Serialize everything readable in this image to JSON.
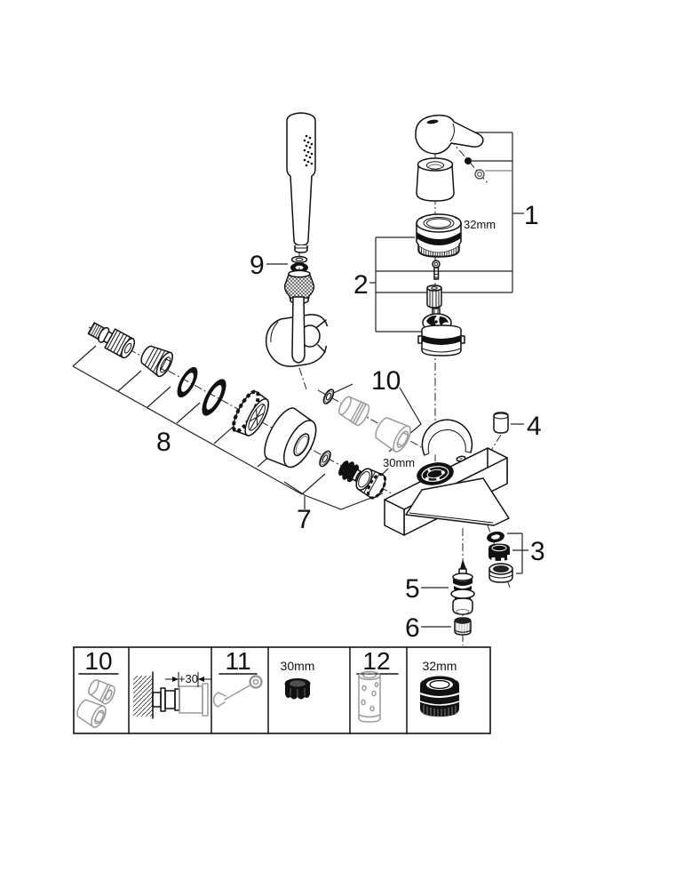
{
  "diagram": {
    "title": "bath-mixer-exploded-parts-diagram",
    "callouts": {
      "c1": "1",
      "c2": "2",
      "c3": "3",
      "c4": "4",
      "c5": "5",
      "c6": "6",
      "c7": "7",
      "c8": "8",
      "c9": "9",
      "c10": "10"
    },
    "labels": {
      "cartridge_nut_size": "32mm",
      "inlet_nut_size": "30mm"
    }
  },
  "legend_table": {
    "cells": [
      {
        "label": "10",
        "icon": "extension-set"
      },
      {
        "label": "+30",
        "icon": "wall-extension-dimension"
      },
      {
        "label": "11",
        "icon": "open-end-wrench"
      },
      {
        "label": "30mm",
        "icon": "nut-30mm"
      },
      {
        "label": "12",
        "icon": "perforated-sleeve"
      },
      {
        "label": "32mm",
        "icon": "ring-nut-32mm"
      }
    ]
  }
}
